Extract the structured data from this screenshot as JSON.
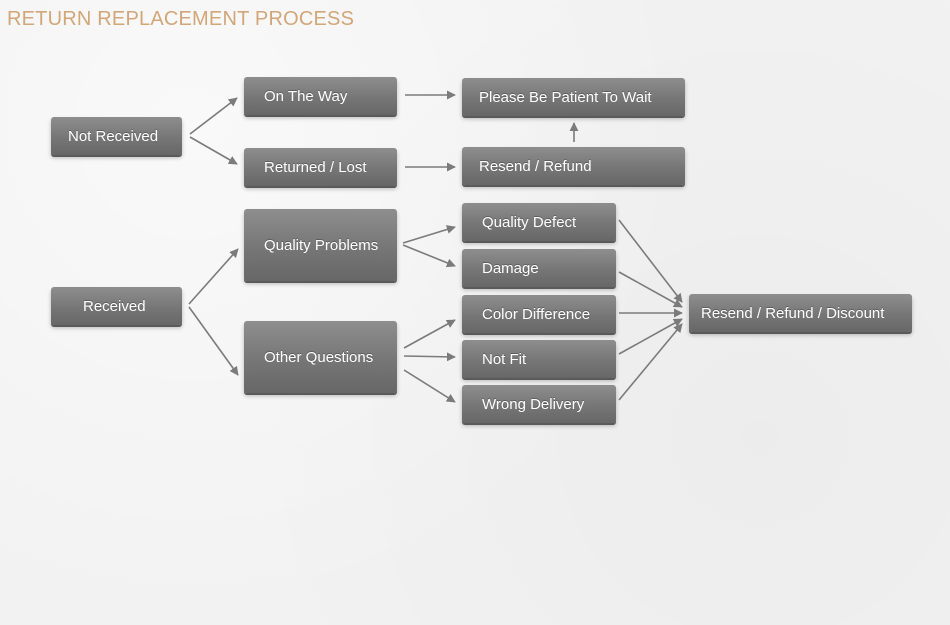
{
  "title": "RETURN REPLACEMENT PROCESS",
  "colors": {
    "title": "#d2a678",
    "node_fill": "#7a7a7a",
    "node_text": "#ffffff",
    "arrow": "#7b7b7b",
    "background": "#f2f2f2"
  },
  "nodes": {
    "not_received": "Not Received",
    "received": "Received",
    "on_the_way": "On The Way",
    "returned_lost": "Returned / Lost",
    "quality_problems": "Quality Problems",
    "other_questions": "Other Questions",
    "please_wait": "Please Be Patient To Wait",
    "resend_refund": "Resend / Refund",
    "quality_defect": "Quality Defect",
    "damage": "Damage",
    "color_difference": "Color Difference",
    "not_fit": "Not Fit",
    "wrong_delivery": "Wrong Delivery",
    "resend_refund_discount": "Resend / Refund / Discount"
  }
}
